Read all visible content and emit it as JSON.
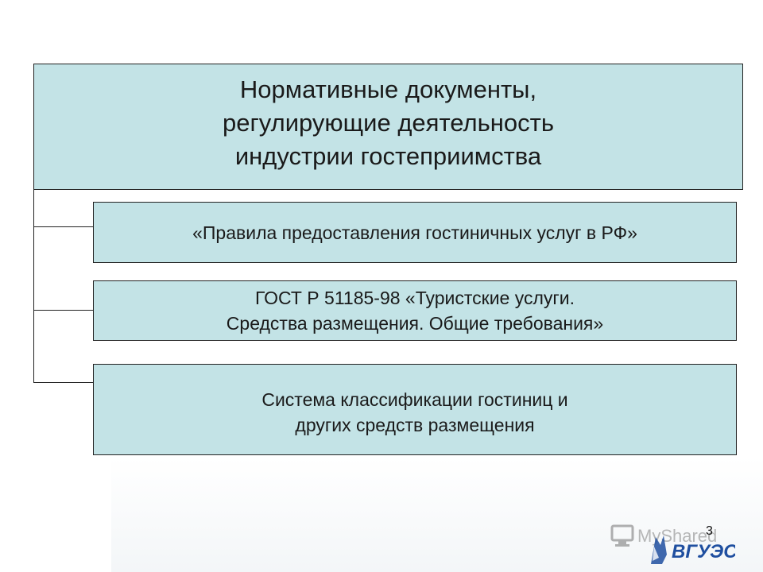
{
  "header": {
    "title": "Нормативные документы,\nрегулирующие деятельность\n индустрии гостеприимства"
  },
  "items": [
    {
      "label": "«Правила предоставления гостиничных услуг в РФ»"
    },
    {
      "label": "ГОСТ Р 51185-98 «Туристские услуги.\n Средства размещения. Общие требования»"
    },
    {
      "label": "Система классификации гостиниц и\n других средств размещения"
    }
  ],
  "footer": {
    "page_number": "3",
    "watermark_text": "MyShared",
    "logo_text": "ВГУЭС"
  },
  "colors": {
    "box_fill": "#c3e3e6",
    "border": "#222222",
    "logo_blue": "#1f4fa0"
  }
}
